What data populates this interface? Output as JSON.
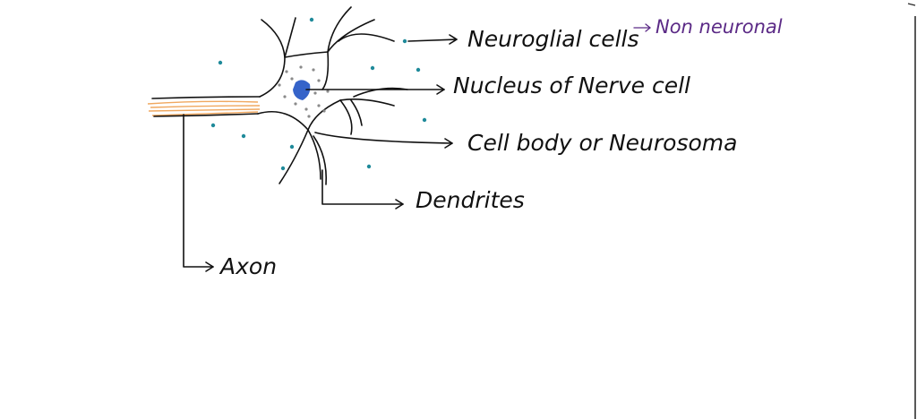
{
  "labels": {
    "neuroglial": "Neuroglial cells",
    "arrow_sep": "→",
    "non_neuronal": "Non neuronal",
    "nucleus": "Nucleus of Nerve cell",
    "cell_body": "Cell body or Neurosoma",
    "dendrites": "Dendrites",
    "axon": "Axon"
  },
  "colors": {
    "ink": "#111111",
    "nucleus": "#3563c9",
    "glia_dot": "#1f8a9a",
    "cytoplasm_dot": "#8a8a8a",
    "axon_fiber": "#f0a860",
    "highlight": "#5b2a86"
  }
}
